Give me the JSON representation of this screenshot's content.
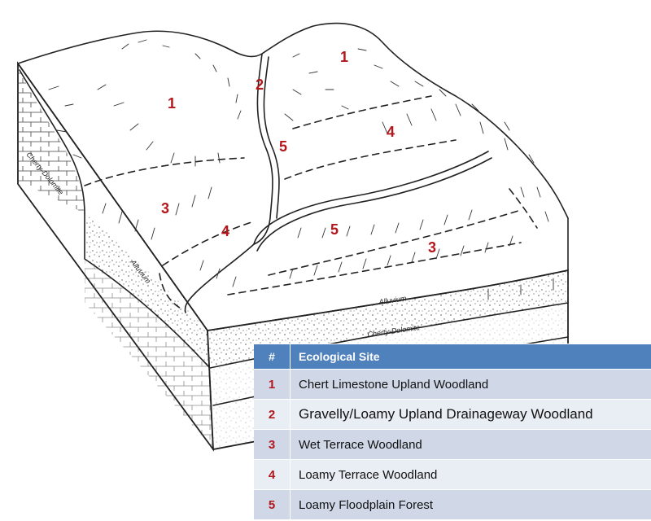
{
  "labels": {
    "upland_left": "1",
    "upland_right": "1",
    "drainageway": "2",
    "floodplain_upper": "5",
    "floodplain_lower": "5",
    "terrace_right": "4",
    "terrace_left": "4",
    "wet_terrace_left": "3",
    "wet_terrace_right": "3"
  },
  "strata": {
    "left_dolomite": "Cherty-Dolomite",
    "left_alluvium": "Alluvium",
    "front_alluvium": "Alluvium",
    "front_dolomite": "Cherty-Dolomite"
  },
  "legend": {
    "header_num": "#",
    "header_name": "Ecological Site",
    "rows": [
      {
        "num": "1",
        "name": "Chert Limestone Upland Woodland"
      },
      {
        "num": "2",
        "name": "Gravelly/Loamy Upland Drainageway Woodland"
      },
      {
        "num": "3",
        "name": "Wet Terrace Woodland"
      },
      {
        "num": "4",
        "name": "Loamy Terrace Woodland"
      },
      {
        "num": "5",
        "name": "Loamy Floodplain Forest"
      }
    ]
  },
  "colors": {
    "header_bg": "#4f81bd",
    "row_light": "#e9edf4",
    "row_dark": "#d0d8e8",
    "number_red": "#b3161b"
  }
}
